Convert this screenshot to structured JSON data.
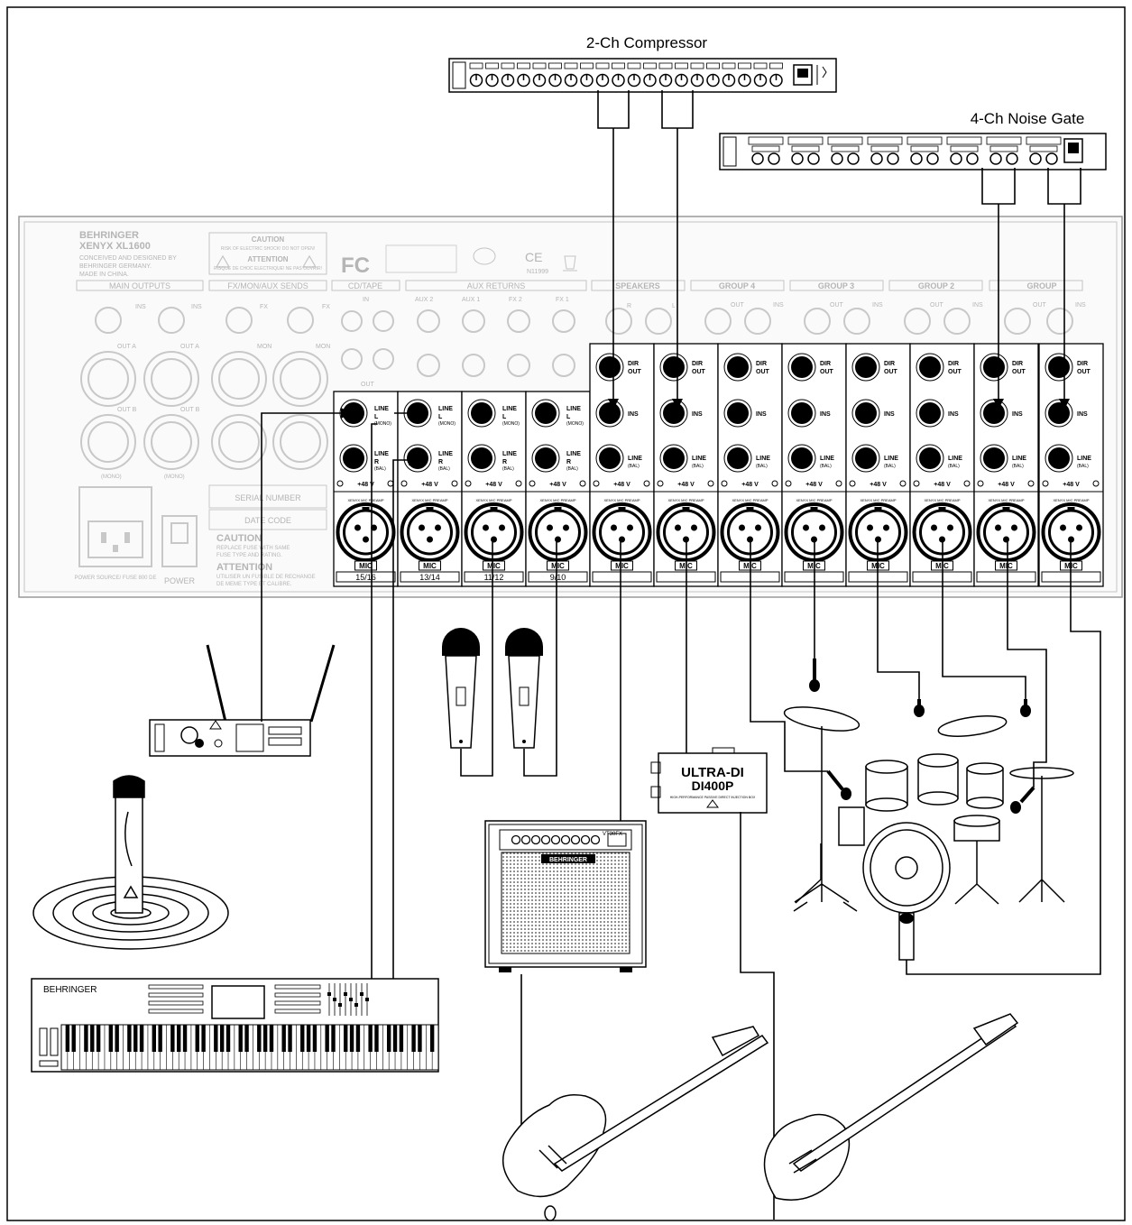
{
  "devices": {
    "compressor": {
      "label": "2-Ch Compressor"
    },
    "noise_gate": {
      "label": "4-Ch Noise Gate"
    },
    "keyboard": {
      "brand": "BEHRINGER"
    },
    "amp": {
      "brand": "BEHRINGER",
      "model": "VT30FX"
    },
    "di_box": {
      "title": "ULTRA-DI",
      "model": "DI400P",
      "subtitle": "HIGH-PERFORMANCE PASSIVE DIRECT INJECTION BOX"
    }
  },
  "mixer": {
    "brand": "BEHRINGER",
    "model": "XENYX XL1600",
    "conceived": [
      "CONCEIVED AND DESIGNED BY",
      "BEHRINGER GERMANY.",
      "MADE IN CHINA."
    ],
    "caution": "CAUTION",
    "caution_sub": "RISK OF ELECTRIC SHOCK! DO NOT OPEN!",
    "attention": "ATTENTION",
    "attention_sub": "RISQUE DE CHOC ELECTRIQUE! NE PAS OUVRIR!",
    "fcc": "FC",
    "ce": "CE",
    "n_number": "N11999",
    "sections": {
      "main_outputs": "MAIN OUTPUTS",
      "fx_sends": "FX/MON/AUX SENDS",
      "cd_tape": "CD/TAPE",
      "aux_returns": "AUX RETURNS",
      "speakers": "SPEAKERS",
      "group4": "GROUP 4",
      "group3": "GROUP 3",
      "group2": "GROUP 2",
      "group1": "GROUP"
    },
    "jack_labels": {
      "ins": "INS",
      "out": "OUT",
      "out_a": "OUT A",
      "out_b": "OUT B",
      "mon": "MON",
      "fx": "FX",
      "in": "IN",
      "aux1": "AUX 1",
      "aux2": "AUX 2",
      "fx1": "FX 1",
      "fx2": "FX 2",
      "mono": "(MONO)",
      "dir_out_1": "DIR",
      "dir_out_2": "OUT",
      "line": "LINE",
      "line_l": "L",
      "line_r": "R",
      "bal": "(BAL)",
      "phantom": "+48",
      "phantom_v": "+48 V",
      "mic": "MIC",
      "preamp": "XENYX MIC PREAMP",
      "r": "R",
      "l": "L"
    },
    "channel_numbers": [
      "15/16",
      "13/14",
      "11/12",
      "9/10",
      "",
      "",
      "",
      "",
      "",
      "",
      "",
      ""
    ],
    "serial_number": "SERIAL NUMBER",
    "date_code": "DATE CODE",
    "fuse_caution": "CAUTION",
    "fuse_caution_text": [
      "REPLACE FUSE WITH SAME",
      "FUSE TYPE AND RATING."
    ],
    "fuse_attention": "ATTENTION",
    "fuse_attention_text": [
      "UTILISER UN FUSIBLE DE RECHANGE",
      "DE MEME TYPE ET CALIBRE."
    ],
    "power_source": "POWER SOURCE/ FUSE 800 DE",
    "power": "POWER"
  }
}
